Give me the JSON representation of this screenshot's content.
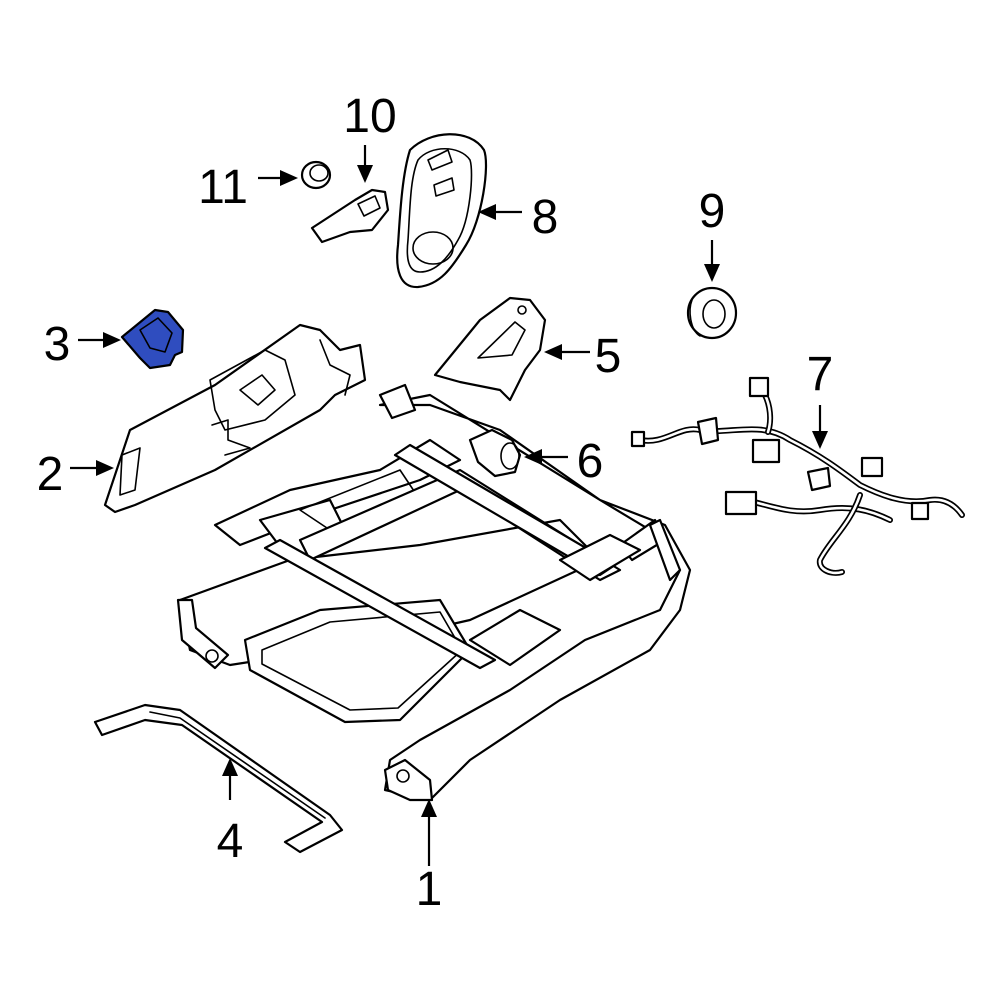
{
  "highlight_color": "#2f4dbf",
  "callouts": {
    "c1": "1",
    "c2": "2",
    "c3": "3",
    "c4": "4",
    "c5": "5",
    "c6": "6",
    "c7": "7",
    "c8": "8",
    "c9": "9",
    "c10": "10",
    "c11": "11"
  }
}
